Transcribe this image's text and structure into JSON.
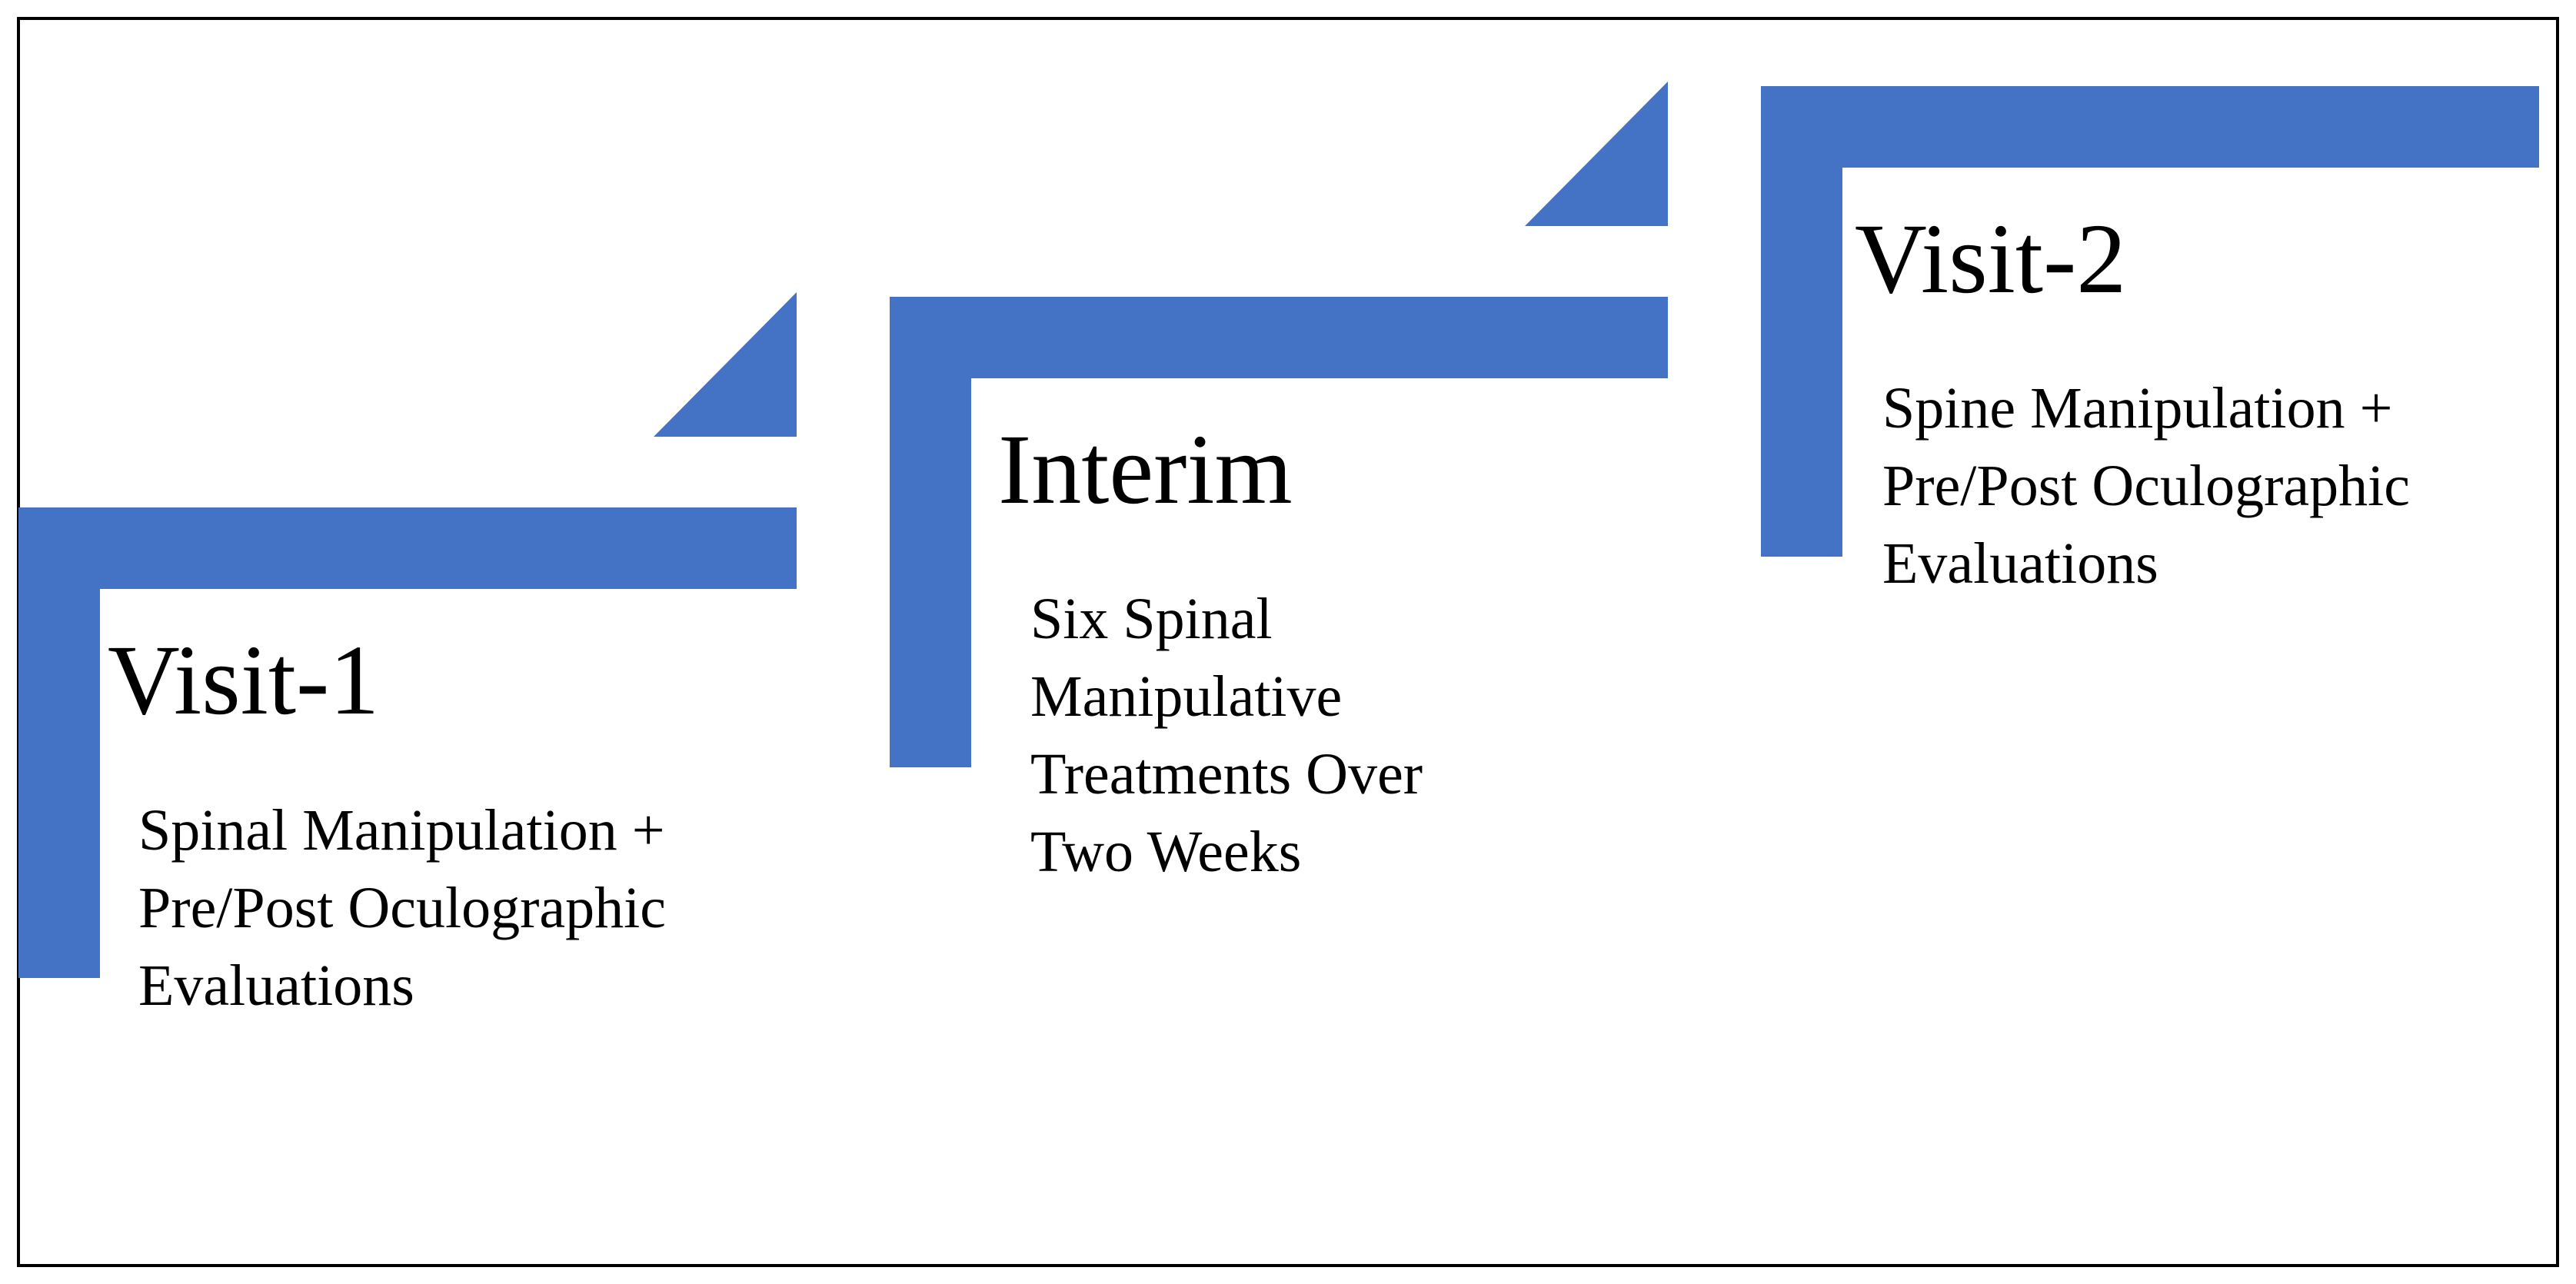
{
  "colors": {
    "accent": "#4472C4",
    "text": "#000000",
    "frame": "#000000",
    "background": "#FFFFFF"
  },
  "steps": [
    {
      "title": "Visit-1",
      "description": [
        "Spinal Manipulation +",
        "Pre/Post Oculographic",
        "Evaluations"
      ]
    },
    {
      "title": "Interim",
      "description": [
        "Six Spinal",
        "Manipulative",
        "Treatments Over",
        "Two Weeks"
      ]
    },
    {
      "title": "Visit-2",
      "description": [
        "Spine Manipulation +",
        "Pre/Post Oculographic",
        "Evaluations"
      ]
    }
  ]
}
